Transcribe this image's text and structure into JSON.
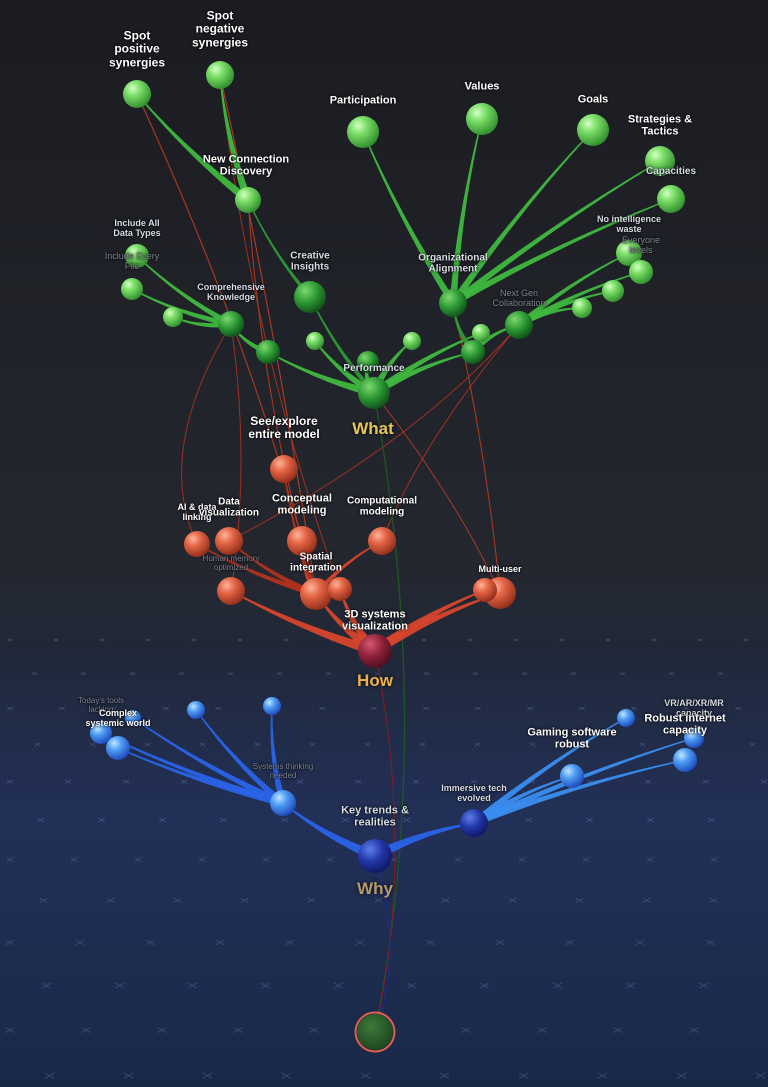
{
  "colors": {
    "what": "#3fb83f",
    "how": "#d8452b",
    "why": "#2a63e8",
    "section_label_what": "#e6c65a",
    "section_label_how": "#eab24a",
    "section_label_why": "#b89a6a",
    "background_top": "#1c1d22",
    "floor": "#22305a"
  },
  "sections": {
    "what": "What",
    "how": "How",
    "why": "Why"
  },
  "labels": {
    "spot_positive": "Spot\npositive\nsynergies",
    "spot_negative": "Spot\nnegative\nsynergies",
    "participation": "Participation",
    "values": "Values",
    "goals": "Goals",
    "strategies": "Strategies &\nTactics",
    "capacities": "Capacities",
    "new_connection": "New Connection\nDiscovery",
    "no_waste": "No intelligence\nwaste",
    "everyone_levels": "Everyone\nlevels",
    "include_all": "Include All\nData Types",
    "include_every": "Include Every\nFile",
    "creative": "Creative\nInsights",
    "org_alignment": "Organizational\nAlignment",
    "next_gen": "Next Gen\nCollaboration",
    "comprehensive": "Comprehensive\nKnowledge",
    "performance": "Performance",
    "see_explore": "See/explore\nentire model",
    "ai_linking": "AI & data\nlinking",
    "data_vis": "Data\nvisualization",
    "conceptual": "Conceptual\nmodeling",
    "computational": "Computational\nmodeling",
    "human_memory": "Human memory\noptimized",
    "spatial": "Spatial\nintegration",
    "multi_user": "Multi-user",
    "systems_vis": "3D systems\nvisualization",
    "todays_tools": "Today's tools\nlacking",
    "complex_world": "Complex\nsystemic world",
    "systems_thinking": "Systems thinking\nneeded",
    "key_trends": "Key trends &\nrealities",
    "immersive": "Immersive tech\nevolved",
    "gaming": "Gaming software\nrobust",
    "vr_ar": "VR/AR/XR/MR\ncapacity",
    "robust_internet": "Robust internet\ncapacity"
  }
}
